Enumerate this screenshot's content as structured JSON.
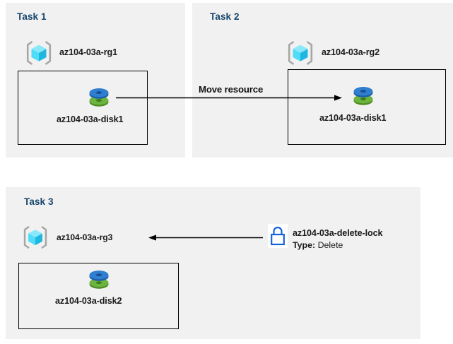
{
  "diagram": {
    "type": "azure-resource-diagram",
    "background_color": "#ffffff",
    "panel_color": "#f1f1f1",
    "heading_color": "#17456b",
    "accent_colors": {
      "cube_light": "#8ae8fb",
      "cube_mid": "#3fd2f2",
      "cube_dark": "#26b7dd",
      "bracket_gray": "#a6a6a6",
      "disk_blue": "#2f7ed0",
      "disk_green": "#6cb33f",
      "lock_blue": "#1563d8"
    }
  },
  "panels": [
    {
      "id": "task1",
      "heading": "Task 1",
      "resource_group": {
        "icon": "resource-group-icon",
        "label": "az104-03a-rg1"
      },
      "resources": [
        {
          "icon": "disk-icon",
          "label": "az104-03a-disk1"
        }
      ]
    },
    {
      "id": "task2",
      "heading": "Task 2",
      "resource_group": {
        "icon": "resource-group-icon",
        "label": "az104-03a-rg2"
      },
      "resources": [
        {
          "icon": "disk-icon",
          "label": "az104-03a-disk1"
        }
      ]
    },
    {
      "id": "task3",
      "heading": "Task 3",
      "resource_group": {
        "icon": "resource-group-icon",
        "label": "az104-03a-rg3"
      },
      "resources": [
        {
          "icon": "disk-icon",
          "label": "az104-03a-disk2"
        }
      ],
      "lock": {
        "icon": "lock-icon",
        "name": "az104-03a-delete-lock",
        "type_label": "Type:",
        "type_value": "Delete"
      }
    }
  ],
  "connectors": [
    {
      "id": "move-resource-arrow",
      "label": "Move resource",
      "direction": "right",
      "from": "az104-03a-disk1 (Task 1)",
      "to": "az104-03a-disk1 (Task 2)"
    },
    {
      "id": "lock-applies-arrow",
      "label": "",
      "direction": "left",
      "from": "az104-03a-delete-lock",
      "to": "az104-03a-rg3"
    }
  ]
}
